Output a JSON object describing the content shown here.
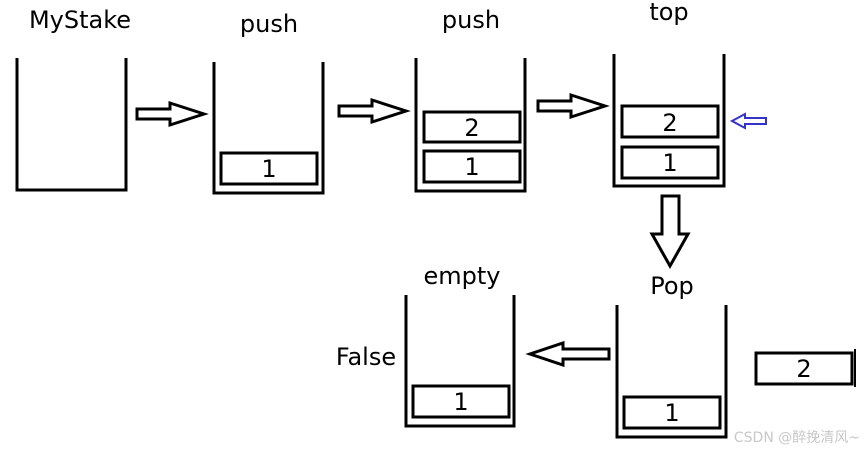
{
  "labels": {
    "mystake": "MyStake",
    "push1": "push",
    "push2": "push",
    "top": "top",
    "pop": "Pop",
    "empty": "empty",
    "false_result": "False"
  },
  "boxes": {
    "s2_b1": "1",
    "s3_b2": "2",
    "s3_b1": "1",
    "s4_b2": "2",
    "s4_b1": "1",
    "popped": "2",
    "s5_b1": "1",
    "s6_b1": "1"
  },
  "watermark": "CSDN @醉挽清风~",
  "colors": {
    "stroke": "#000000",
    "highlight_arrow": "#3333cc",
    "watermark": "#c8c8c8"
  }
}
